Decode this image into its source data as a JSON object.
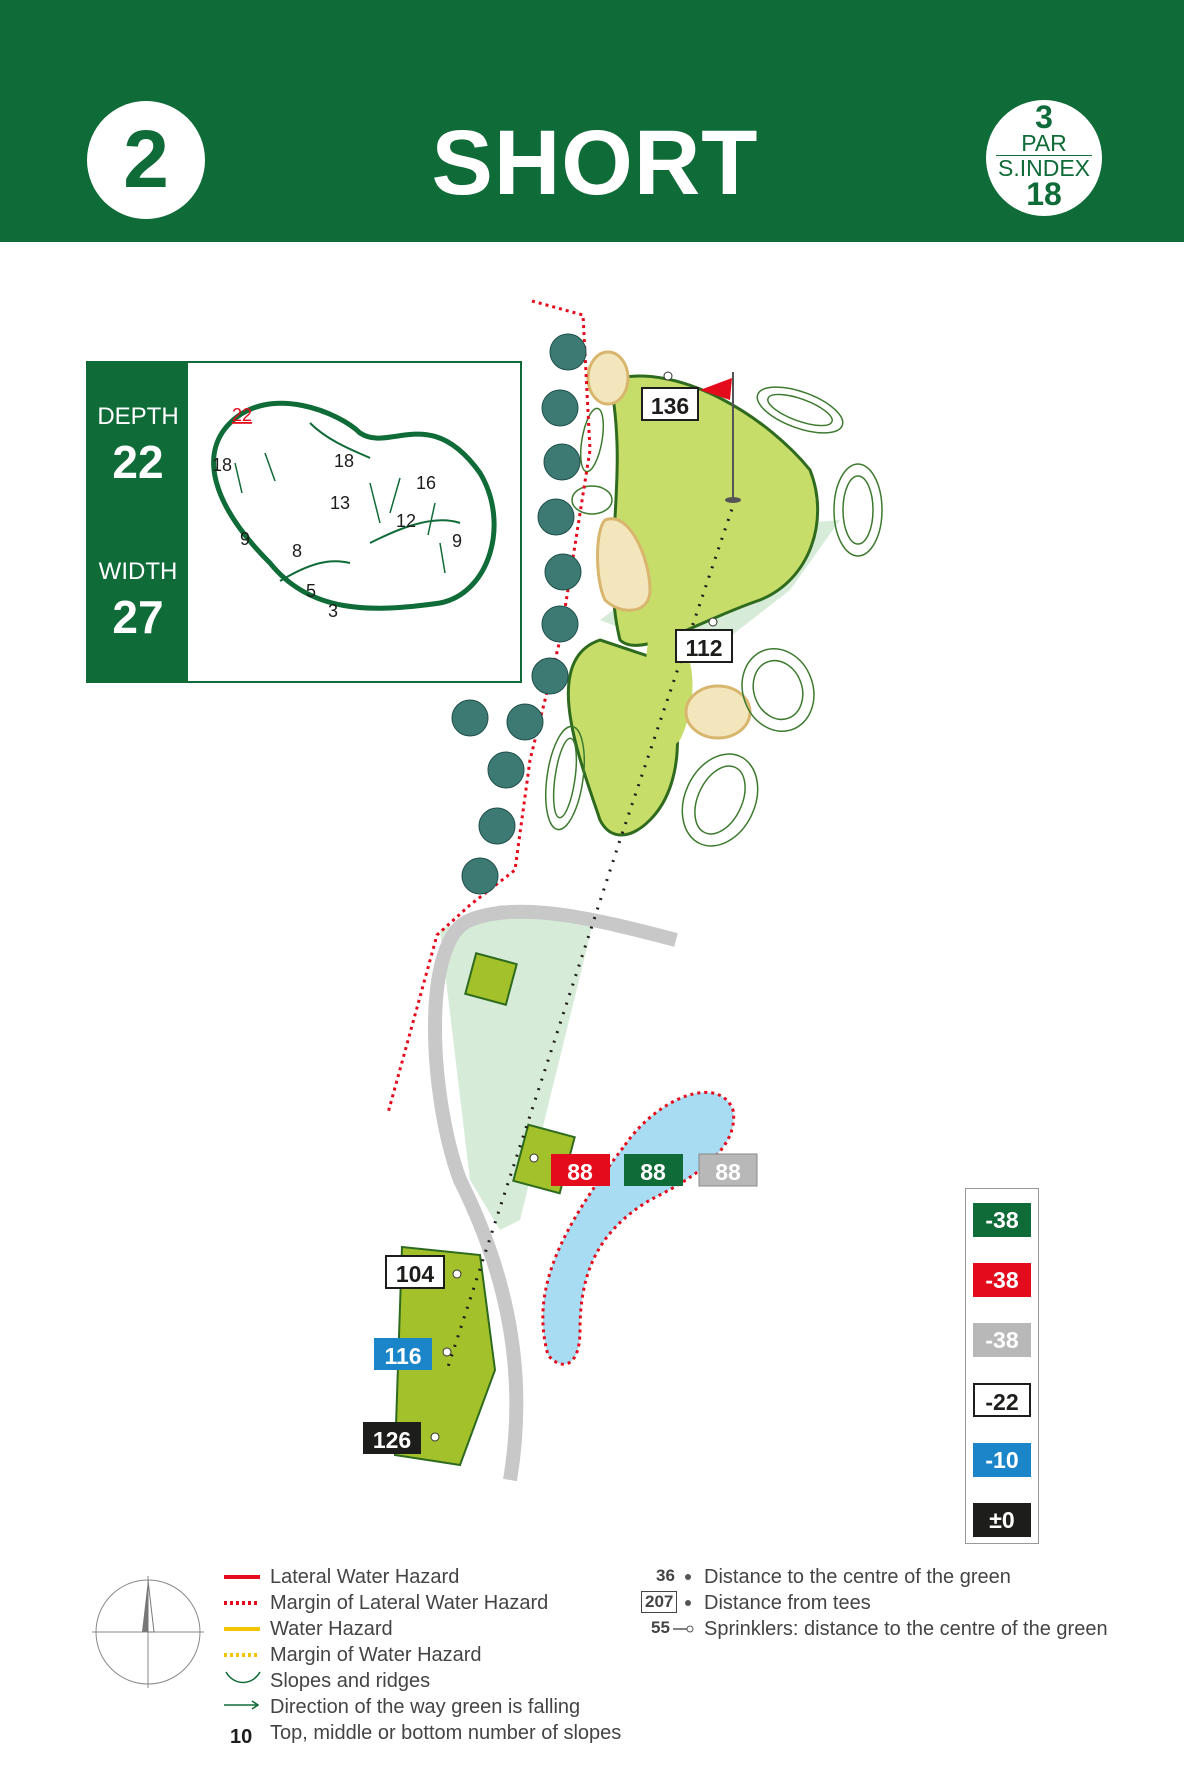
{
  "hole": {
    "number": "2",
    "name": "SHORT",
    "par": "3",
    "par_label": "PAR",
    "sindex_label": "S.INDEX",
    "sindex": "18"
  },
  "green_info": {
    "depth_label": "DEPTH",
    "depth": "22",
    "width_label": "WIDTH",
    "width": "27",
    "slope_numbers": [
      "22",
      "18",
      "18",
      "16",
      "13",
      "12",
      "9",
      "9",
      "8",
      "5",
      "3"
    ]
  },
  "distances_to_green": [
    "136",
    "112"
  ],
  "tee_markers": [
    {
      "value": "88",
      "color": "#e30b1c"
    },
    {
      "value": "88",
      "color": "#0f6b37"
    },
    {
      "value": "88",
      "color": "#b8b8b8"
    }
  ],
  "tee_distances": [
    {
      "value": "104",
      "color": "#ffffff"
    },
    {
      "value": "116",
      "color": "#1a85c8"
    },
    {
      "value": "126",
      "color": "#1d1d1b"
    }
  ],
  "score_box": [
    {
      "value": "-38",
      "color": "#0f6b37"
    },
    {
      "value": "-38",
      "color": "#e30b1c"
    },
    {
      "value": "-38",
      "color": "#b8b8b8"
    },
    {
      "value": "-22",
      "color": "#ffffff"
    },
    {
      "value": "-10",
      "color": "#1a85c8"
    },
    {
      "value": "±0",
      "color": "#1d1d1b"
    }
  ],
  "legend_left": [
    {
      "label": "Lateral Water Hazard",
      "icon": "red-solid-line"
    },
    {
      "label": "Margin of Lateral Water Hazard",
      "icon": "red-dotted-line"
    },
    {
      "label": "Water Hazard",
      "icon": "yellow-solid-line"
    },
    {
      "label": "Margin of  Water Hazard",
      "icon": "yellow-dotted-line"
    },
    {
      "label": "Slopes and ridges",
      "icon": "slope-icon"
    },
    {
      "label": "Direction of the way green is falling",
      "icon": "green-arrow-icon"
    },
    {
      "label": "Top, middle or bottom number of slopes",
      "icon": "number",
      "sample": "10"
    }
  ],
  "legend_right": [
    {
      "label": "Distance to the centre of the green",
      "sample": "36"
    },
    {
      "label": "Distance from tees",
      "sample": "207"
    },
    {
      "label": "Sprinklers: distance to the centre of the green",
      "sample": "55"
    }
  ],
  "colors": {
    "brand_green": "#0f6b37",
    "fairway": "#a3c12a",
    "water": "#a8dcf3",
    "sand": "#f3e6bd",
    "rough": "#d6ecd8"
  }
}
